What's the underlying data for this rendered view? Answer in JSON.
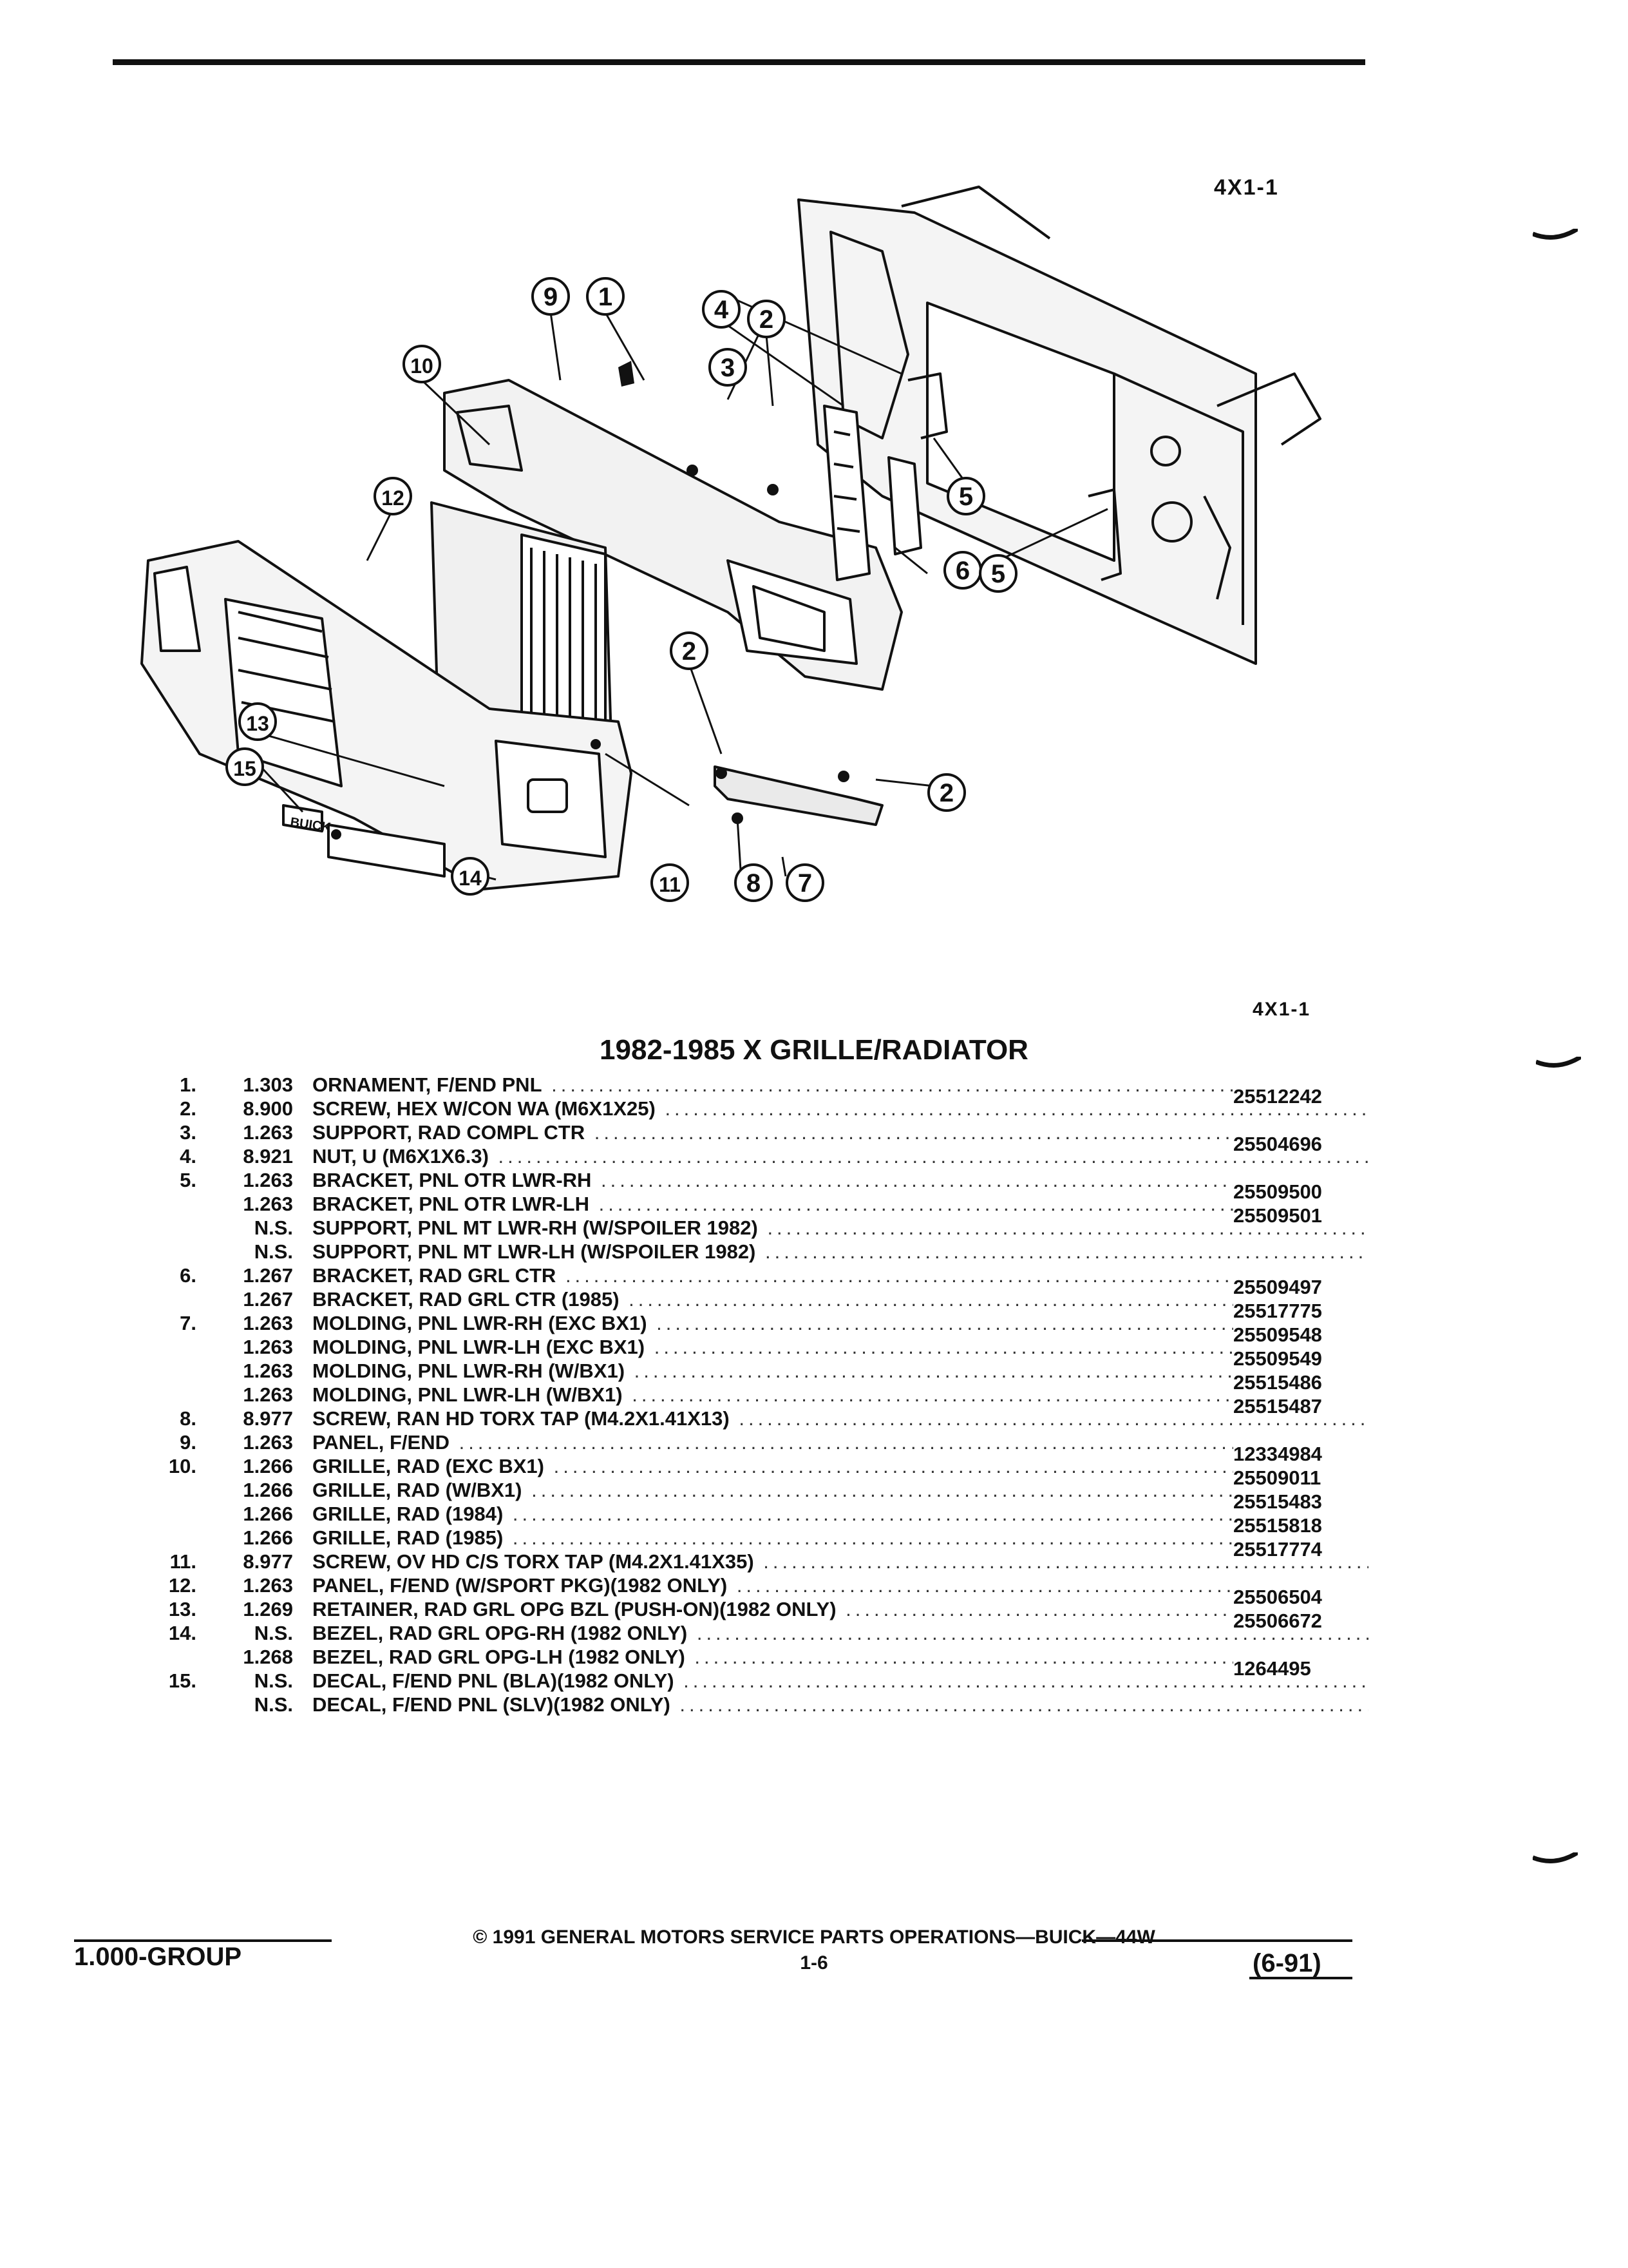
{
  "page_ref": "4X1-1",
  "title": "1982-1985 X GRILLE/RADIATOR",
  "callouts": [
    "1",
    "2",
    "3",
    "4",
    "5",
    "6",
    "7",
    "8",
    "9",
    "10",
    "11",
    "12",
    "13",
    "14",
    "15"
  ],
  "parts": [
    {
      "no": "1.",
      "group": "1.303",
      "name": "ORNAMENT",
      "desc": ", F/END PNL",
      "pn": "25512242"
    },
    {
      "no": "2.",
      "group": "8.900",
      "name": "SCREW",
      "desc": ", HEX W/CON WA (M6X1X25)",
      "pn": ""
    },
    {
      "no": "3.",
      "group": "1.263",
      "name": "SUPPORT",
      "desc": ", RAD COMPL CTR",
      "pn": "25504696"
    },
    {
      "no": "4.",
      "group": "8.921",
      "name": "NUT",
      "desc": ", U (M6X1X6.3)",
      "pn": ""
    },
    {
      "no": "5.",
      "group": "1.263",
      "name": "BRACKET",
      "desc": ", PNL OTR LWR-RH",
      "pn": "25509500"
    },
    {
      "no": "",
      "group": "1.263",
      "name": "BRACKET",
      "desc": ", PNL OTR LWR-LH",
      "pn": "25509501"
    },
    {
      "no": "",
      "group": "N.S.",
      "name": "SUPPORT",
      "desc": ", PNL MT LWR-RH (W/SPOILER 1982)",
      "pn": ""
    },
    {
      "no": "",
      "group": "N.S.",
      "name": "SUPPORT",
      "desc": ", PNL MT LWR-LH (W/SPOILER 1982)",
      "pn": ""
    },
    {
      "no": "6.",
      "group": "1.267",
      "name": "BRACKET",
      "desc": ", RAD GRL CTR",
      "pn": "25509497"
    },
    {
      "no": "",
      "group": "1.267",
      "name": "BRACKET",
      "desc": ", RAD GRL CTR (1985)",
      "pn": "25517775"
    },
    {
      "no": "7.",
      "group": "1.263",
      "name": "MOLDING",
      "desc": ", PNL LWR-RH (EXC BX1)",
      "pn": "25509548"
    },
    {
      "no": "",
      "group": "1.263",
      "name": "MOLDING",
      "desc": ", PNL LWR-LH (EXC BX1)",
      "pn": "25509549"
    },
    {
      "no": "",
      "group": "1.263",
      "name": "MOLDING",
      "desc": ", PNL LWR-RH (W/BX1)",
      "pn": "25515486"
    },
    {
      "no": "",
      "group": "1.263",
      "name": "MOLDING",
      "desc": ", PNL LWR-LH (W/BX1)",
      "pn": "25515487"
    },
    {
      "no": "8.",
      "group": "8.977",
      "name": "SCREW",
      "desc": ", RAN HD TORX TAP (M4.2X1.41X13)",
      "pn": ""
    },
    {
      "no": "9.",
      "group": "1.263",
      "name": "PANEL",
      "desc": ", F/END",
      "pn": "12334984"
    },
    {
      "no": "10.",
      "group": "1.266",
      "name": "GRILLE",
      "desc": ", RAD (EXC BX1)",
      "pn": "25509011"
    },
    {
      "no": "",
      "group": "1.266",
      "name": "GRILLE",
      "desc": ", RAD (W/BX1)",
      "pn": "25515483"
    },
    {
      "no": "",
      "group": "1.266",
      "name": "GRILLE",
      "desc": ", RAD (1984)",
      "pn": "25515818"
    },
    {
      "no": "",
      "group": "1.266",
      "name": "GRILLE",
      "desc": ", RAD (1985)",
      "pn": "25517774"
    },
    {
      "no": "11.",
      "group": "8.977",
      "name": "SCREW",
      "desc": ", OV HD C/S TORX TAP (M4.2X1.41X35)",
      "pn": ""
    },
    {
      "no": "12.",
      "group": "1.263",
      "name": "PANEL",
      "desc": ", F/END (W/SPORT PKG)(1982 ONLY)",
      "pn": "25506504"
    },
    {
      "no": "13.",
      "group": "1.269",
      "name": "RETAINER",
      "desc": ", RAD GRL OPG BZL (PUSH-ON)(1982 ONLY)",
      "pn": "25506672"
    },
    {
      "no": "14.",
      "group": "N.S.",
      "name": "BEZEL",
      "desc": ", RAD GRL OPG-RH (1982 ONLY)",
      "pn": ""
    },
    {
      "no": "",
      "group": "1.268",
      "name": "BEZEL",
      "desc": ", RAD GRL OPG-LH (1982 ONLY)",
      "pn": "1264495"
    },
    {
      "no": "15.",
      "group": "N.S.",
      "name": "DECAL",
      "desc": ", F/END PNL (BLA)(1982 ONLY)",
      "pn": ""
    },
    {
      "no": "",
      "group": "N.S.",
      "name": "DECAL",
      "desc": ", F/END PNL (SLV)(1982 ONLY)",
      "pn": ""
    }
  ],
  "footer": {
    "group": "1.000-GROUP",
    "copyright": "© 1991 GENERAL MOTORS SERVICE PARTS OPERATIONS—BUICK—44W",
    "page": "1-6",
    "date": "(6-91)"
  },
  "decal_text": "BUICK"
}
